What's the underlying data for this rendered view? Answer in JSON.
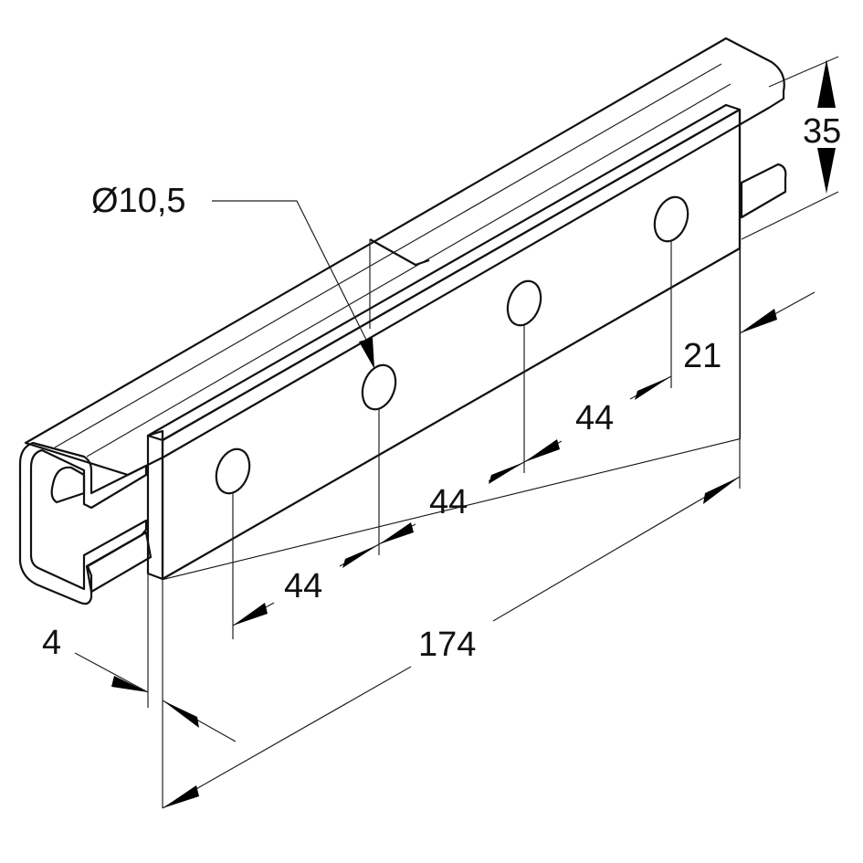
{
  "drawing": {
    "subject": "Channel connector plate with 4 holes mounted on strut channel",
    "colors": {
      "background": "#ffffff",
      "channel_fill": "#ececec",
      "channel_highlight": "#f7f7f7",
      "plate_face": "#8a8a8a",
      "plate_edge": "#6e6e6e",
      "line": "#111111"
    },
    "dimensions": {
      "hole_diameter": "Ø10,5",
      "channel_height": "35",
      "end_offset": "21",
      "pitch_1": "44",
      "pitch_2": "44",
      "pitch_3": "44",
      "overall_length": "174",
      "plate_thickness": "4"
    },
    "hole_count": 4
  }
}
